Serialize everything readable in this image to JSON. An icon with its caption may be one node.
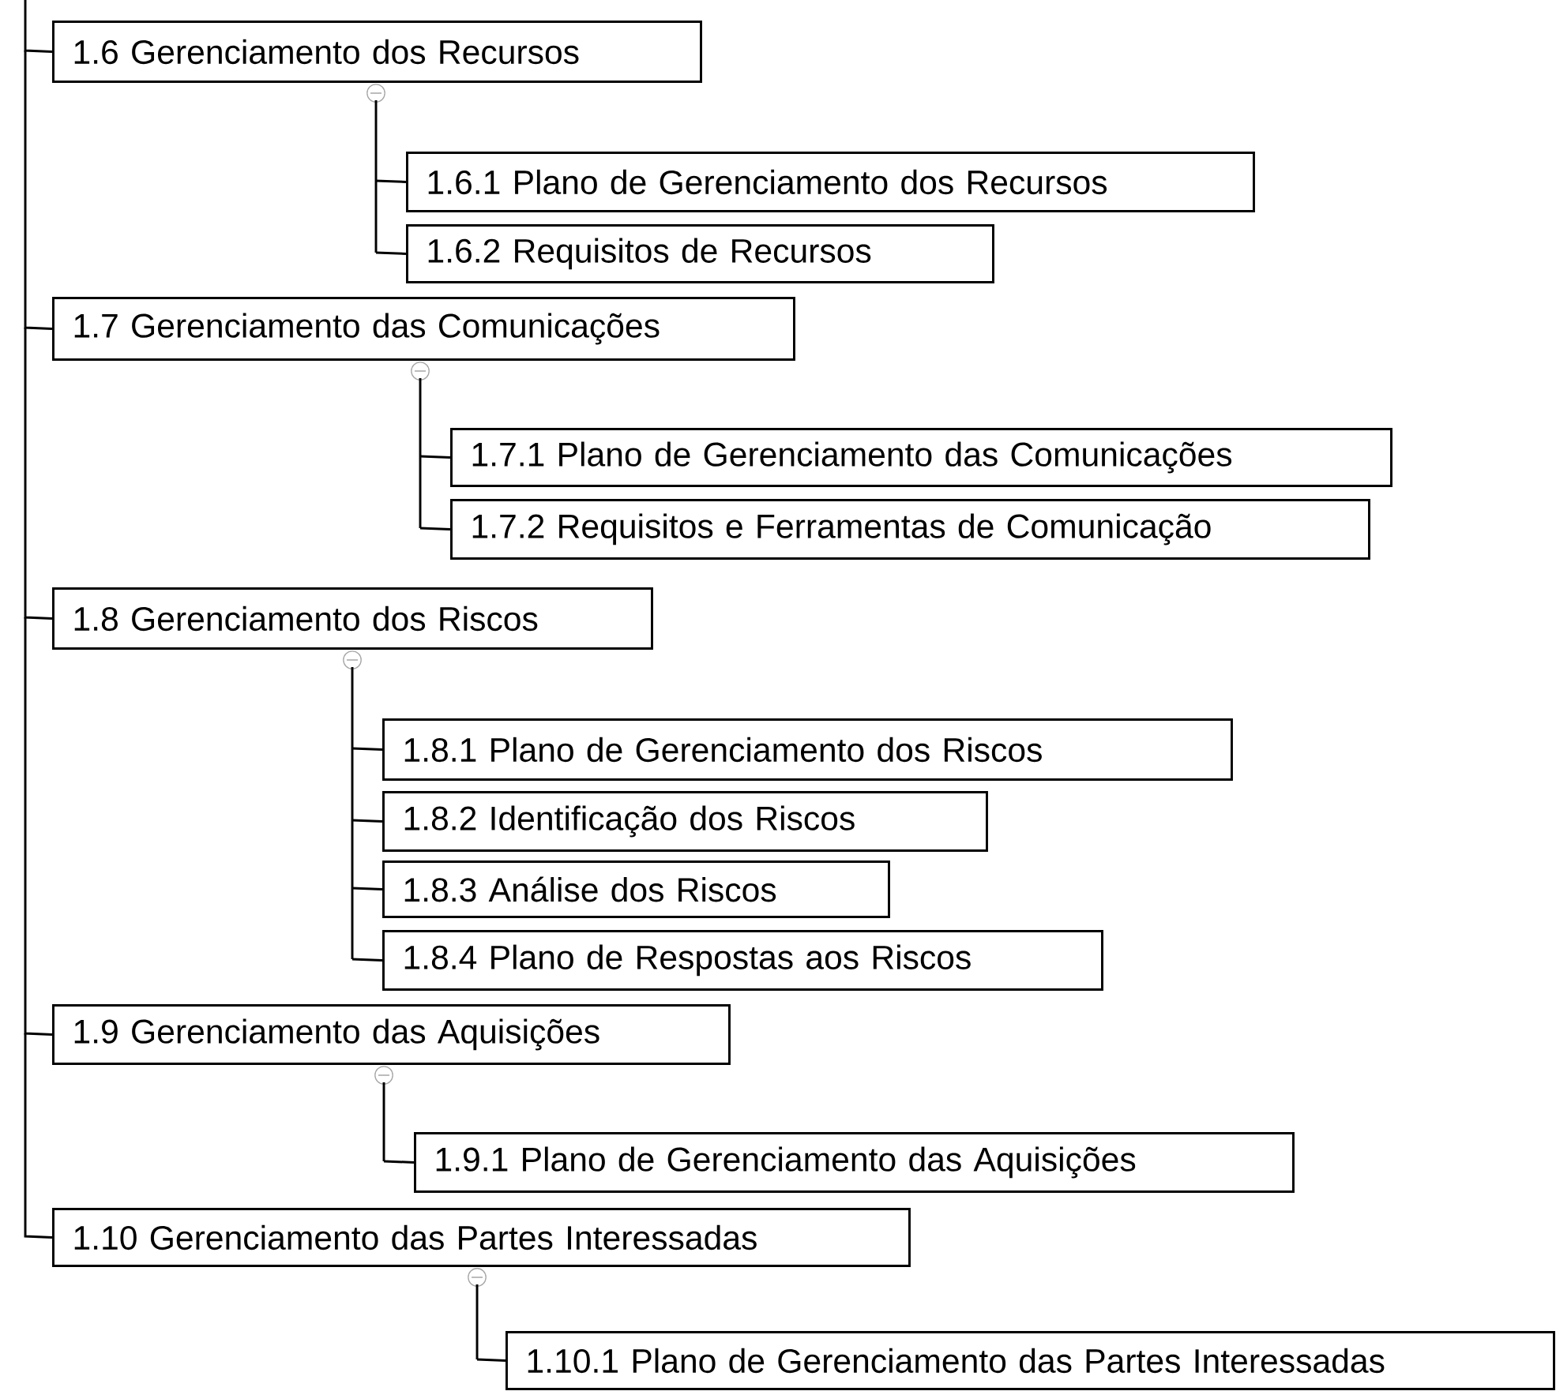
{
  "diagram": {
    "nodes": [
      {
        "text": [
          "1.6 Gerenciamento dos Recursos"
        ]
      },
      {
        "text": [
          "1.6.1 Plano de Gerenciamento dos Recursos"
        ]
      },
      {
        "text": [
          "1.6.2 Requisitos de Recursos"
        ]
      },
      {
        "text": [
          "1.7 Gerenciamento das Comunicações"
        ]
      },
      {
        "text": [
          "1.7.1 Plano de Gerenciamento das Comunicações"
        ]
      },
      {
        "text": [
          "1.7.2 Requisitos e Ferramentas de Comunicação"
        ]
      },
      {
        "text": [
          "1.8 Gerenciamento dos Riscos"
        ]
      },
      {
        "text": [
          "1.8.1 Plano de Gerenciamento dos Riscos"
        ]
      },
      {
        "text": [
          "1.8.2 Identificação dos Riscos"
        ]
      },
      {
        "text": [
          "1.8.3 Análise dos Riscos"
        ]
      },
      {
        "text": [
          "1.8.4 Plano de Respostas aos Riscos"
        ]
      },
      {
        "text": [
          "1.9 Gerenciamento das Aquisições"
        ]
      },
      {
        "text": [
          "1.9.1 Plano de Gerenciamento das Aquisições"
        ]
      },
      {
        "text": [
          "1.10 Gerenciamento das Partes Interessadas"
        ]
      },
      {
        "text": [
          "1.10.1 Plano de Gerenciamento das Partes Interessadas"
        ]
      }
    ],
    "edges": [
      {
        "from": null,
        "to": 0,
        "arrow": "none"
      },
      {
        "from": 0,
        "to": 1,
        "arrow": "none"
      },
      {
        "from": 0,
        "to": 2,
        "arrow": "none"
      },
      {
        "from": null,
        "to": 3,
        "arrow": "none"
      },
      {
        "from": 3,
        "to": 4,
        "arrow": "none"
      },
      {
        "from": 3,
        "to": 5,
        "arrow": "none"
      },
      {
        "from": null,
        "to": 6,
        "arrow": "none"
      },
      {
        "from": 6,
        "to": 7,
        "arrow": "none"
      },
      {
        "from": 6,
        "to": 8,
        "arrow": "none"
      },
      {
        "from": 6,
        "to": 9,
        "arrow": "none"
      },
      {
        "from": 6,
        "to": 10,
        "arrow": "none"
      },
      {
        "from": null,
        "to": 11,
        "arrow": "none"
      },
      {
        "from": 11,
        "to": 12,
        "arrow": "none"
      },
      {
        "from": null,
        "to": 13,
        "arrow": "none"
      },
      {
        "from": 13,
        "to": 14,
        "arrow": "none"
      }
    ]
  }
}
